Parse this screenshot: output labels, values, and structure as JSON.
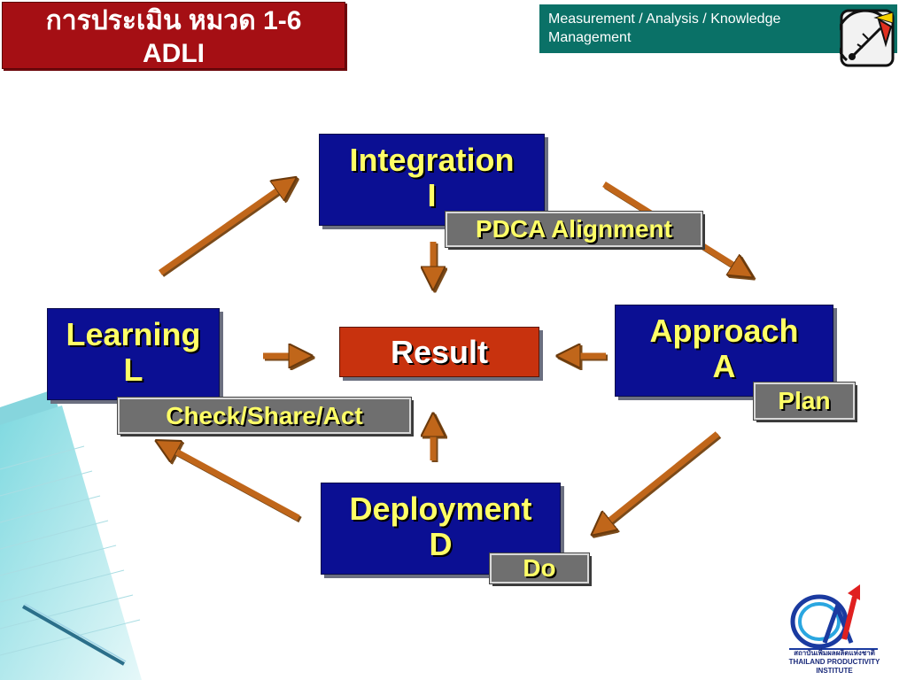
{
  "title": {
    "line1": "การประเมิน หมวด 1-6",
    "line2": "ADLI"
  },
  "header": {
    "line1": "Measurement / Analysis / Knowledge",
    "line2": "Management"
  },
  "nodes": {
    "integration": {
      "name": "Integration",
      "letter": "I"
    },
    "approach": {
      "name": "Approach",
      "letter": "A"
    },
    "deployment": {
      "name": "Deployment",
      "letter": "D"
    },
    "learning": {
      "name": "Learning",
      "letter": "L"
    }
  },
  "tags": {
    "integration": "PDCA Alignment",
    "approach": "Plan",
    "deployment": "Do",
    "learning": "Check/Share/Act"
  },
  "result": "Result",
  "logo": {
    "caption": "สถาบันเพิ่มผลผลิตแห่งชาติ THAILAND PRODUCTIVITY INSTITUTE"
  },
  "colors": {
    "title_bg": "#a50f14",
    "header_bg": "#0a7167",
    "node_bg": "#0b0f93",
    "node_text": "#ffff66",
    "result_bg": "#c8320e",
    "arrow": "#c0661a",
    "tag_bg": "#6f6f6f"
  },
  "icons": {
    "header": "gauge-icon",
    "corner": "notebook-pen-illustration",
    "logo": "tpi-logo"
  }
}
